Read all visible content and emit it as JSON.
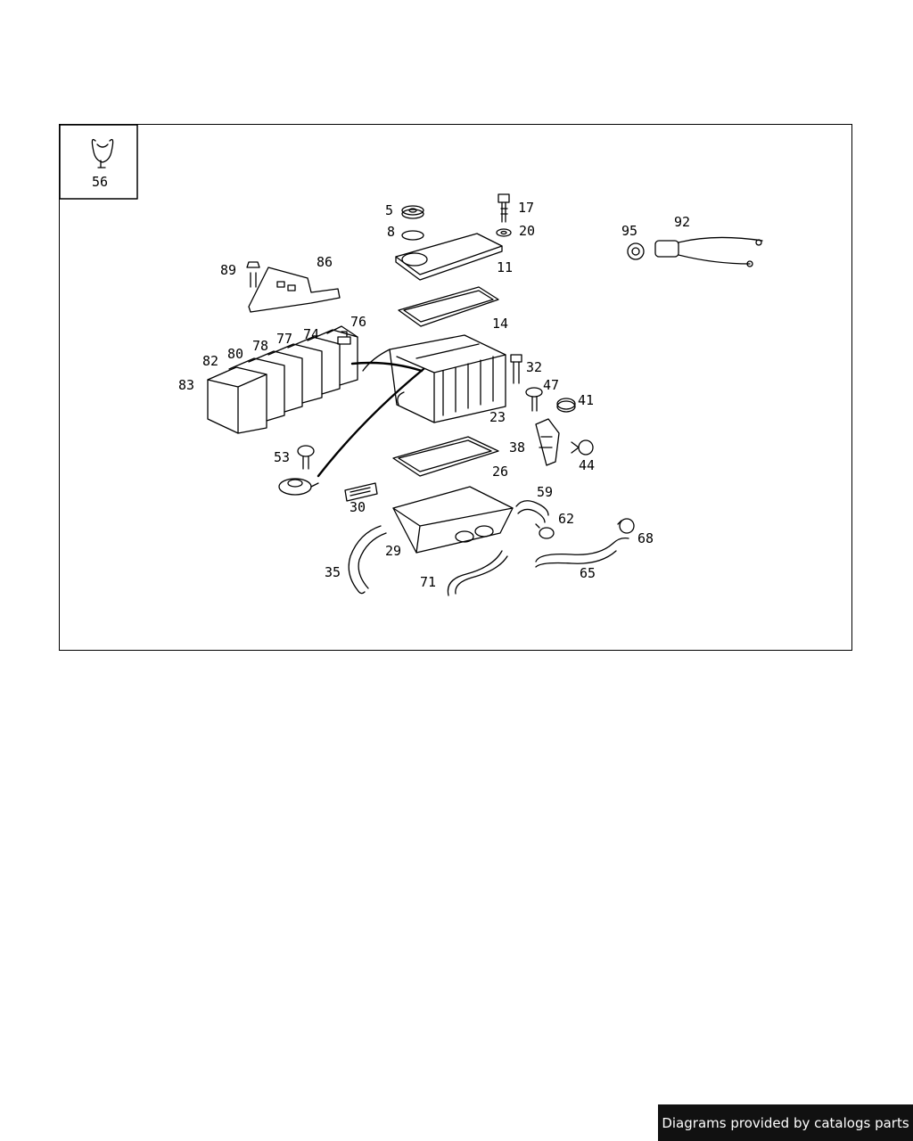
{
  "diagram": {
    "inset_label": "56",
    "callouts": [
      {
        "id": "c5",
        "text": "5"
      },
      {
        "id": "c17",
        "text": "17"
      },
      {
        "id": "c8",
        "text": "8"
      },
      {
        "id": "c20",
        "text": "20"
      },
      {
        "id": "c11",
        "text": "11"
      },
      {
        "id": "c92",
        "text": "92"
      },
      {
        "id": "c95",
        "text": "95"
      },
      {
        "id": "c89",
        "text": "89"
      },
      {
        "id": "c86",
        "text": "86"
      },
      {
        "id": "c14",
        "text": "14"
      },
      {
        "id": "c76",
        "text": "76"
      },
      {
        "id": "c74",
        "text": "74"
      },
      {
        "id": "c77",
        "text": "77"
      },
      {
        "id": "c78",
        "text": "78"
      },
      {
        "id": "c80",
        "text": "80"
      },
      {
        "id": "c82",
        "text": "82"
      },
      {
        "id": "c83",
        "text": "83"
      },
      {
        "id": "c32",
        "text": "32"
      },
      {
        "id": "c47",
        "text": "47"
      },
      {
        "id": "c41",
        "text": "41"
      },
      {
        "id": "c23",
        "text": "23"
      },
      {
        "id": "c38",
        "text": "38"
      },
      {
        "id": "c44",
        "text": "44"
      },
      {
        "id": "c53",
        "text": "53"
      },
      {
        "id": "c26",
        "text": "26"
      },
      {
        "id": "c59",
        "text": "59"
      },
      {
        "id": "c30",
        "text": "30"
      },
      {
        "id": "c62",
        "text": "62"
      },
      {
        "id": "c68",
        "text": "68"
      },
      {
        "id": "c29",
        "text": "29"
      },
      {
        "id": "c35",
        "text": "35"
      },
      {
        "id": "c71",
        "text": "71"
      },
      {
        "id": "c65",
        "text": "65"
      }
    ]
  },
  "footer": {
    "text": "Diagrams provided by catalogs parts"
  }
}
